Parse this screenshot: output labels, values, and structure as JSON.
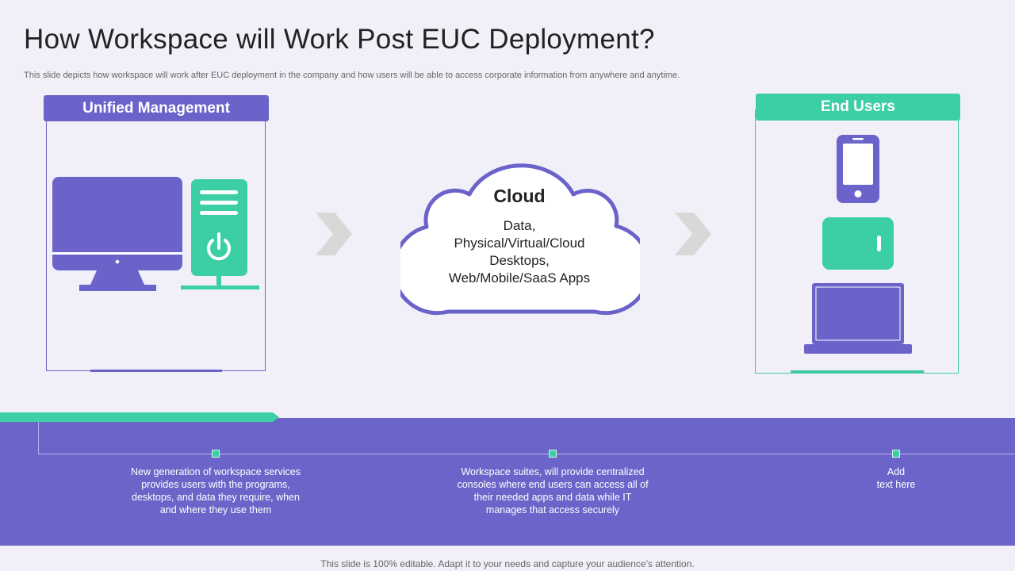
{
  "slide": {
    "title": "How Workspace will Work Post EUC Deployment?",
    "subtitle": "This slide depicts how workspace will work after EUC deployment in the company and how users will be able to access corporate information from anywhere and anytime.",
    "footer": "This slide is 100% editable. Adapt it to your needs and capture your audience’s attention."
  },
  "left_panel": {
    "header": "Unified Management"
  },
  "right_panel": {
    "header": "End Users"
  },
  "cloud": {
    "title": "Cloud",
    "lines": [
      "Data,",
      "Physical/Virtual/Cloud",
      "Desktops,",
      "Web/Mobile/SaaS Apps"
    ]
  },
  "timeline": [
    {
      "lines": [
        "New generation of workspace services",
        "provides  users with the programs,",
        "desktops, and data they require,  when",
        "and where they use them"
      ]
    },
    {
      "lines": [
        "Workspace suites, will provide  centralized",
        "consoles where end users can access all of",
        "their needed apps and data while IT",
        "manages that access securely"
      ]
    },
    {
      "lines": [
        "Add",
        "text here"
      ]
    }
  ],
  "colors": {
    "purple": "#6b63c9",
    "teal": "#3ccfa6",
    "chevron": "#d8d8d8",
    "background": "#f1f0f8"
  }
}
